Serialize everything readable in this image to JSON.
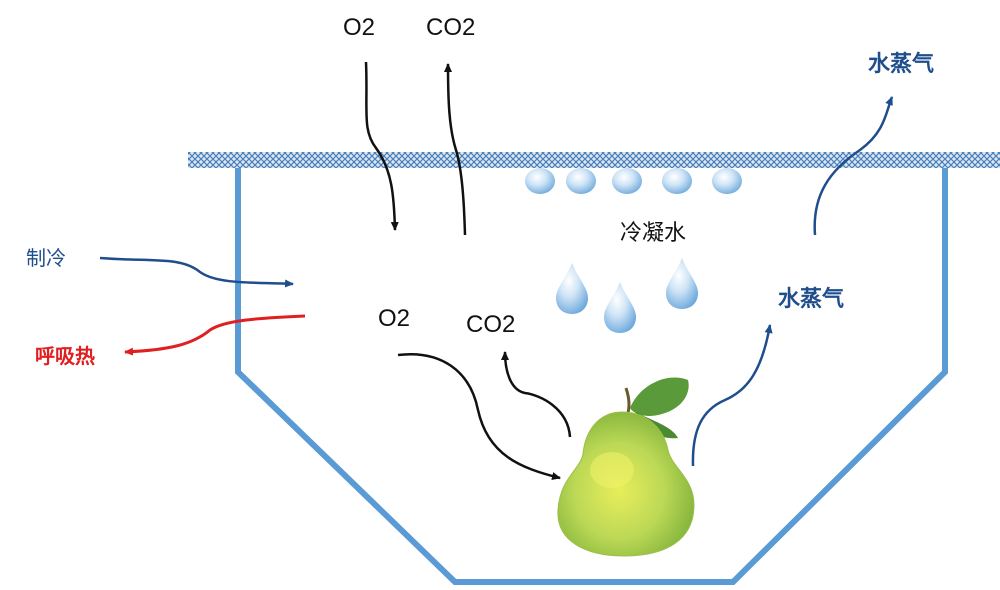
{
  "labels": {
    "o2_top": "O2",
    "co2_top": "CO2",
    "vapor_top": "水蒸气",
    "condensate": "冷凝水",
    "cooling": "制冷",
    "respiration_heat": "呼吸热",
    "o2_inner": "O2",
    "co2_inner": "CO2",
    "vapor_inner": "水蒸气"
  },
  "colors": {
    "container": "#5b9bd5",
    "arrow_dark": "#111111",
    "arrow_blue": "#1f4e8c",
    "arrow_red": "#e02020",
    "pear_body": "#b8d85a",
    "droplet": "#a9cfee"
  },
  "icons": {
    "fruit": "pear-icon",
    "drop": "water-droplet-icon"
  }
}
